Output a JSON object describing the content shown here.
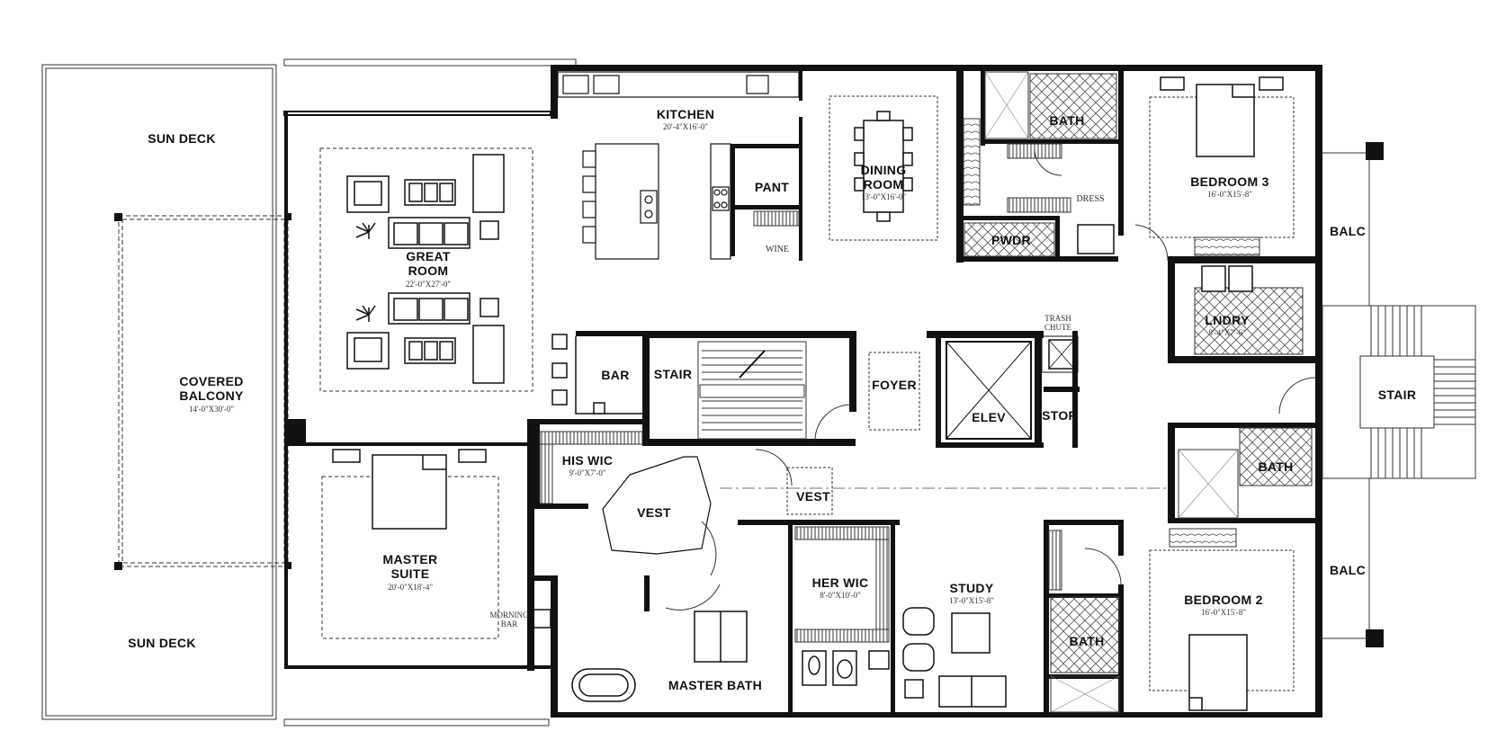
{
  "rooms": {
    "sun_deck_top": "SUN DECK",
    "sun_deck_bottom": "SUN DECK",
    "covered_balcony": {
      "name_1": "COVERED",
      "name_2": "BALCONY",
      "dim": "14'-0\"X30'-0\""
    },
    "kitchen": {
      "name": "KITCHEN",
      "dim": "20'-4\"X16'-0\""
    },
    "great_room": {
      "name_1": "GREAT",
      "name_2": "ROOM",
      "dim": "22'-0\"X27'-0\""
    },
    "pantry": "PANT",
    "wine": "WINE",
    "dining": {
      "name_1": "DINING",
      "name_2": "ROOM",
      "dim": "13'-0\"X16'-0\""
    },
    "bath_top": "BATH",
    "dress": "DRESS",
    "pwdr": "PWDR",
    "bedroom3": {
      "name": "BEDROOM 3",
      "dim": "16'-0\"X15'-8\""
    },
    "balc_top": "BALC",
    "balc_bottom": "BALC",
    "trash_chute": {
      "line_1": "TRASH",
      "line_2": "CHUTE"
    },
    "lndry": {
      "name": "LNDRY",
      "dim": "9'-4\"X7'-6\""
    },
    "bar": "BAR",
    "stair_left": "STAIR",
    "foyer": "FOYER",
    "elev": "ELEV",
    "stor": "STOR",
    "stair_right": "STAIR",
    "his_wic": {
      "name": "HIS WIC",
      "dim": "9'-0\"X7'-0\""
    },
    "vest_left": "VEST",
    "vest_center": "VEST",
    "bath_right": "BATH",
    "master_suite": {
      "name_1": "MASTER",
      "name_2": "SUITE",
      "dim": "20'-0\"X18'-4\""
    },
    "morning_bar": {
      "line_1": "MORNING",
      "line_2": "BAR"
    },
    "her_wic": {
      "name": "HER WIC",
      "dim": "8'-0\"X10'-0\""
    },
    "study": {
      "name": "STUDY",
      "dim": "13'-0\"X15'-8\""
    },
    "bath_bottom": "BATH",
    "bedroom2": {
      "name": "BEDROOM 2",
      "dim": "16'-0\"X15'-8\""
    },
    "master_bath": "MASTER BATH"
  },
  "colors": {
    "wall": "#111111",
    "line": "#333333",
    "background": "#ffffff"
  }
}
